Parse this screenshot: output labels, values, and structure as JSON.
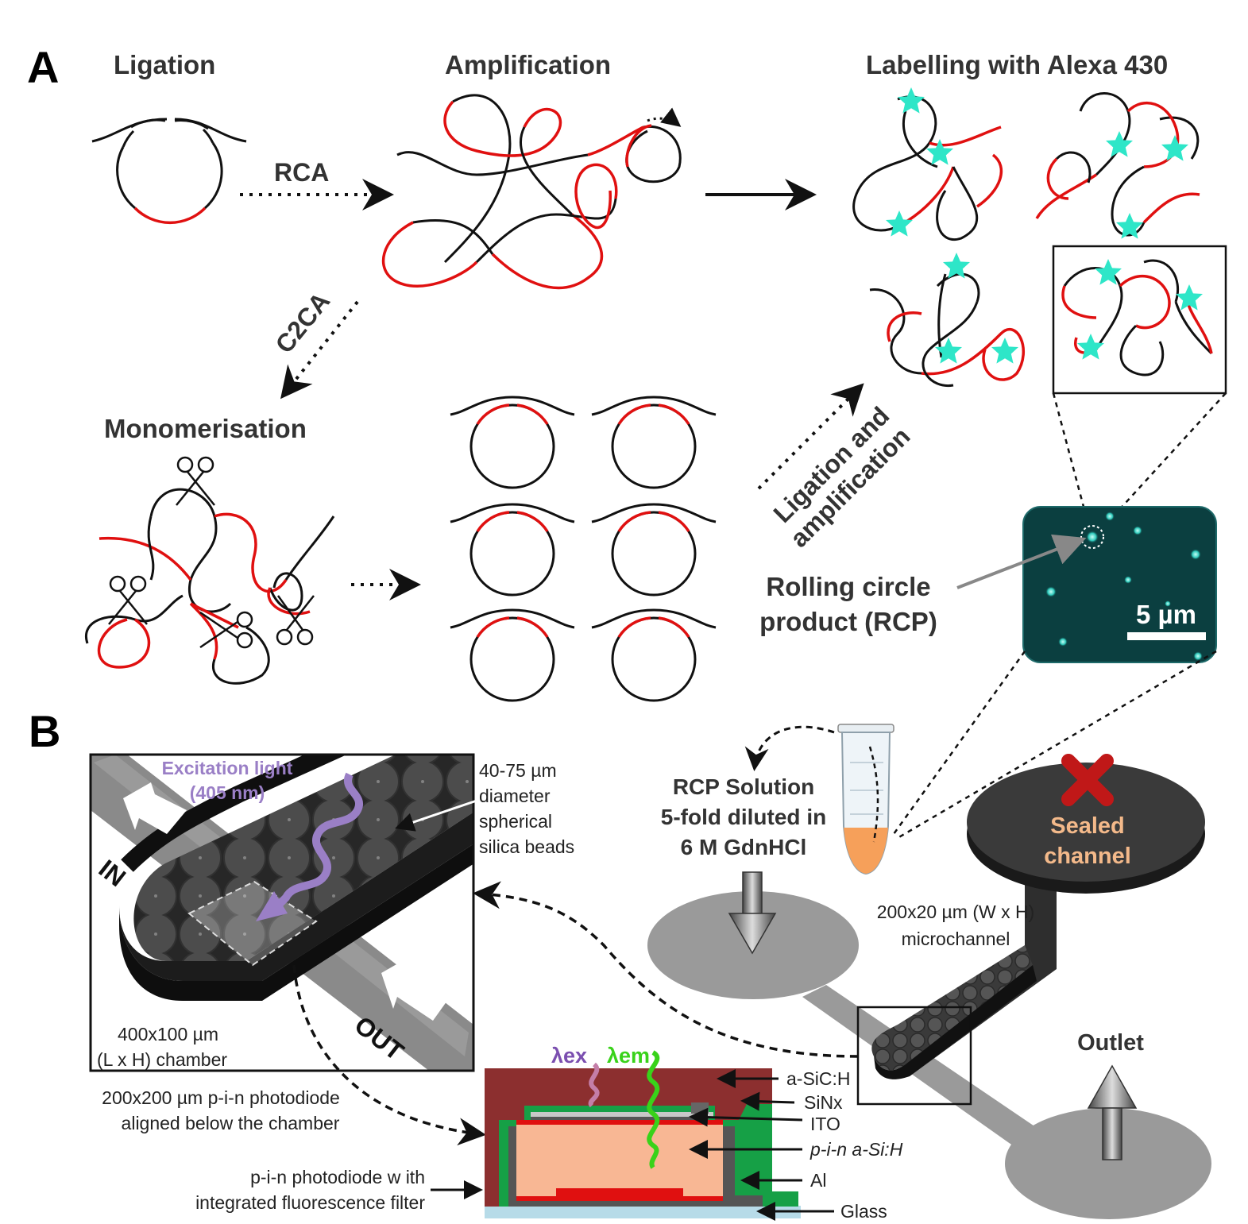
{
  "panel_a": {
    "letter": "A",
    "ligation_title": "Ligation",
    "amplification_title": "Amplification",
    "labelling_title": "Labelling with Alexa 430",
    "rca_label": "RCA",
    "c2ca_label": "C2CA",
    "monomerisation_title": "Monomerisation",
    "ligation_amp_line1": "Ligation and",
    "ligation_amp_line2": "amplification",
    "rcp_line1": "Rolling circle",
    "rcp_line2": "product (RCP)",
    "scale_bar": "5 µm",
    "colors": {
      "strand": "#111111",
      "red_segment": "#e01010",
      "label_star": "#2ee6c8",
      "micrograph_bg": "#0b3f40"
    }
  },
  "panel_b": {
    "letter": "B",
    "excitation_line1": "Excitation light",
    "excitation_line2": "(405 nm)",
    "beads_lines": [
      "40-75 µm",
      "diameter",
      "spherical",
      "silica beads"
    ],
    "in_label": "IN",
    "out_label": "OUT",
    "chamber_line1": "400x100 µm",
    "chamber_line2": "(L x H) chamber",
    "photodiode_line1": "200x200 µm p-i-n photodiode",
    "photodiode_line2": "aligned below  the chamber",
    "filter_line1": "p-i-n photodiode w ith",
    "filter_line2": "integrated fluorescence filter",
    "rcp_solution_lines": [
      "RCP Solution",
      "5-fold diluted in",
      "6 M GdnHCl"
    ],
    "sealed_line1": "Sealed",
    "sealed_line2": "channel",
    "microchannel_line1": "200x20 µm (W x H)",
    "microchannel_line2": "microchannel",
    "outlet": "Outlet",
    "lambda_ex": "λex",
    "lambda_em": "λem",
    "layers": [
      "a-SiC:H",
      "SiNx",
      "ITO",
      "p-i-n a-Si:H",
      "Al",
      "Glass"
    ],
    "colors": {
      "excitation": "#9a7fc6",
      "emission": "#39d21a",
      "sealed_text": "#f3b98a",
      "x_mark": "#c01818",
      "a_sic": "#8c2f2f",
      "sinx": "#16a046",
      "pin": "#f8b794",
      "glass": "#b7dbe8"
    }
  }
}
